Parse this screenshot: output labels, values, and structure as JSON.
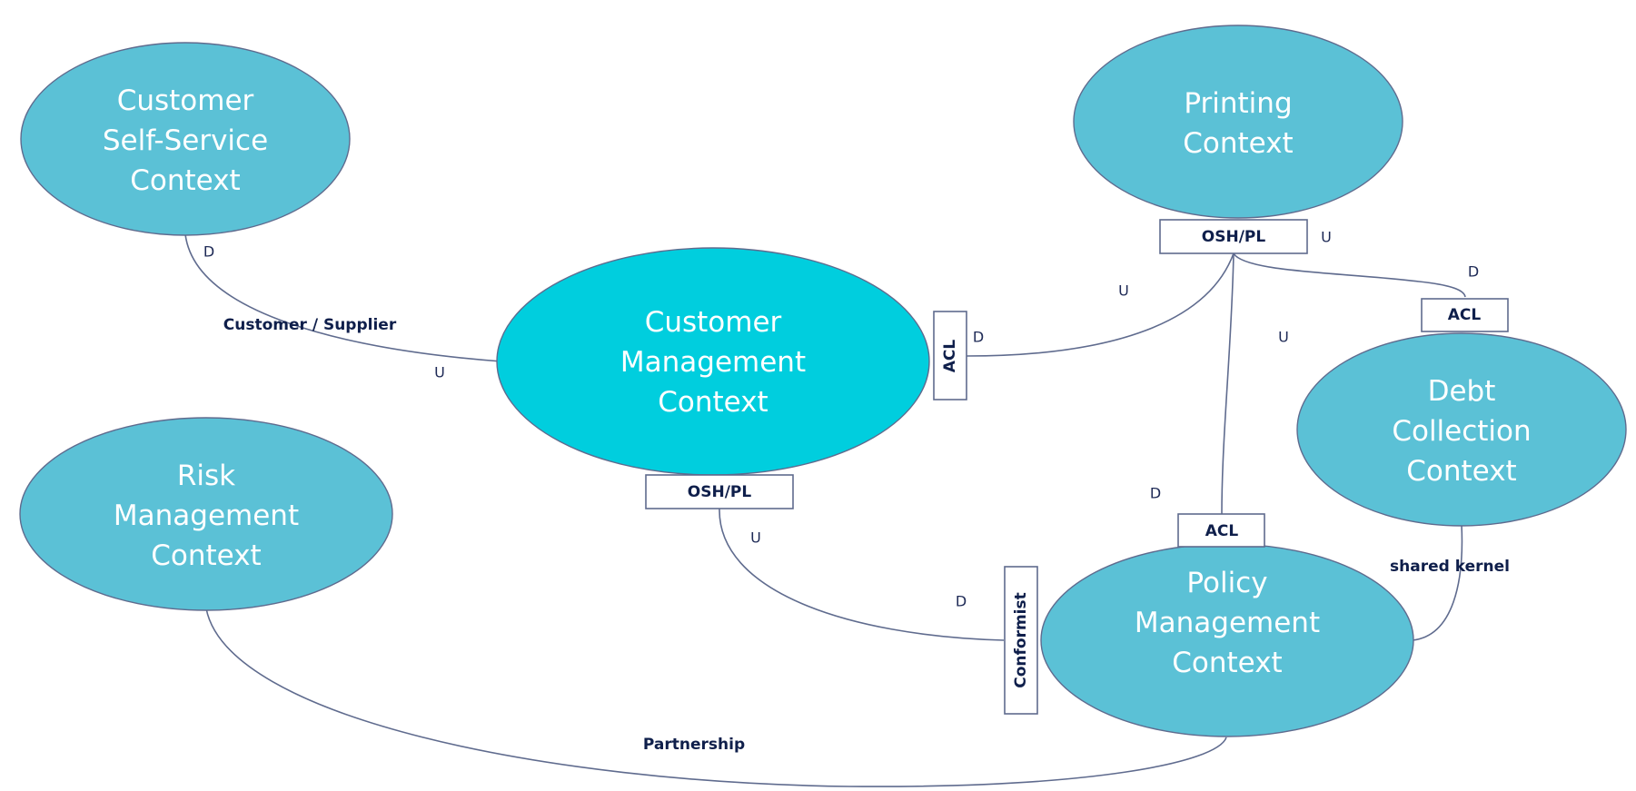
{
  "colors": {
    "context_fill": "#5bc1d6",
    "core_context_fill": "#00cede",
    "line": "#5f6b8e",
    "label_text": "#0f1f4b"
  },
  "contexts": {
    "self_service": [
      "Customer",
      "Self-Service",
      "Context"
    ],
    "customer_mgmt": [
      "Customer",
      "Management",
      "Context"
    ],
    "printing": [
      "Printing",
      "Context"
    ],
    "debt": [
      "Debt",
      "Collection",
      "Context"
    ],
    "risk": [
      "Risk",
      "Management",
      "Context"
    ],
    "policy": [
      "Policy",
      "Management",
      "Context"
    ]
  },
  "relationships": {
    "customer_supplier": "Customer / Supplier",
    "partnership": "Partnership",
    "shared_kernel": "shared kernel"
  },
  "patterns": {
    "osh_printing": "OSH/PL",
    "osh_customer": "OSH/PL",
    "acl_customer": "ACL",
    "acl_debt": "ACL",
    "acl_policy": "ACL",
    "conformist": "Conformist"
  },
  "markers": {
    "self_service_d": "D",
    "customer_u_left": "U",
    "customer_d_right": "D",
    "printing_u_to_customer": "U",
    "printing_u_side": "U",
    "printing_u_to_policy": "U",
    "debt_d": "D",
    "policy_d_top": "D",
    "customer_u_bottom": "U",
    "policy_d_left": "D"
  }
}
